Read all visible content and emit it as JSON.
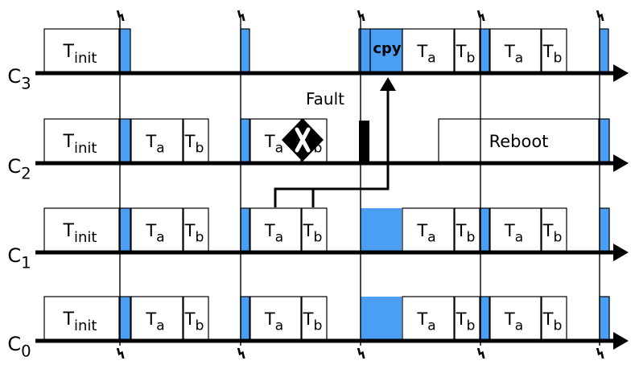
{
  "colors": {
    "ink": "#000000",
    "sync": "#4a9ff5",
    "box_fill": "#ffffff"
  },
  "cores": [
    {
      "label": {
        "main": "C",
        "sub": "3"
      },
      "tasks": [
        {
          "kind": "task",
          "main": "T",
          "sub": "init"
        },
        {
          "kind": "sync"
        },
        {
          "kind": "sync"
        },
        {
          "kind": "sync"
        },
        {
          "kind": "copy",
          "label": "cpy"
        },
        {
          "kind": "task",
          "main": "T",
          "sub": "a"
        },
        {
          "kind": "task",
          "main": "T",
          "sub": "b"
        },
        {
          "kind": "sync"
        },
        {
          "kind": "task",
          "main": "T",
          "sub": "a"
        },
        {
          "kind": "task",
          "main": "T",
          "sub": "b"
        },
        {
          "kind": "sync"
        }
      ]
    },
    {
      "label": {
        "main": "C",
        "sub": "2"
      },
      "tasks": [
        {
          "kind": "task",
          "main": "T",
          "sub": "init"
        },
        {
          "kind": "sync"
        },
        {
          "kind": "task",
          "main": "T",
          "sub": "a"
        },
        {
          "kind": "task",
          "main": "T",
          "sub": "b"
        },
        {
          "kind": "sync"
        },
        {
          "kind": "task",
          "main": "T",
          "sub": "a"
        },
        {
          "kind": "task",
          "main": "T",
          "sub": "b"
        },
        {
          "kind": "fault-block"
        },
        {
          "kind": "reboot",
          "label": "Reboot"
        },
        {
          "kind": "sync"
        }
      ]
    },
    {
      "label": {
        "main": "C",
        "sub": "1"
      },
      "tasks": [
        {
          "kind": "task",
          "main": "T",
          "sub": "init"
        },
        {
          "kind": "sync"
        },
        {
          "kind": "task",
          "main": "T",
          "sub": "a"
        },
        {
          "kind": "task",
          "main": "T",
          "sub": "b"
        },
        {
          "kind": "sync"
        },
        {
          "kind": "task",
          "main": "T",
          "sub": "a"
        },
        {
          "kind": "task",
          "main": "T",
          "sub": "b"
        },
        {
          "kind": "copy-source"
        },
        {
          "kind": "task",
          "main": "T",
          "sub": "a"
        },
        {
          "kind": "task",
          "main": "T",
          "sub": "b"
        },
        {
          "kind": "sync"
        },
        {
          "kind": "task",
          "main": "T",
          "sub": "a"
        },
        {
          "kind": "task",
          "main": "T",
          "sub": "b"
        },
        {
          "kind": "sync"
        }
      ]
    },
    {
      "label": {
        "main": "C",
        "sub": "0"
      },
      "tasks": [
        {
          "kind": "task",
          "main": "T",
          "sub": "init"
        },
        {
          "kind": "sync"
        },
        {
          "kind": "task",
          "main": "T",
          "sub": "a"
        },
        {
          "kind": "task",
          "main": "T",
          "sub": "b"
        },
        {
          "kind": "sync"
        },
        {
          "kind": "task",
          "main": "T",
          "sub": "a"
        },
        {
          "kind": "task",
          "main": "T",
          "sub": "b"
        },
        {
          "kind": "copy-source"
        },
        {
          "kind": "task",
          "main": "T",
          "sub": "a"
        },
        {
          "kind": "task",
          "main": "T",
          "sub": "b"
        },
        {
          "kind": "sync"
        },
        {
          "kind": "task",
          "main": "T",
          "sub": "a"
        },
        {
          "kind": "task",
          "main": "T",
          "sub": "b"
        },
        {
          "kind": "sync"
        }
      ]
    }
  ],
  "fault_label": "Fault",
  "icons": {
    "interrupt": "lightning-icon",
    "fault": "fault-cross-icon"
  }
}
